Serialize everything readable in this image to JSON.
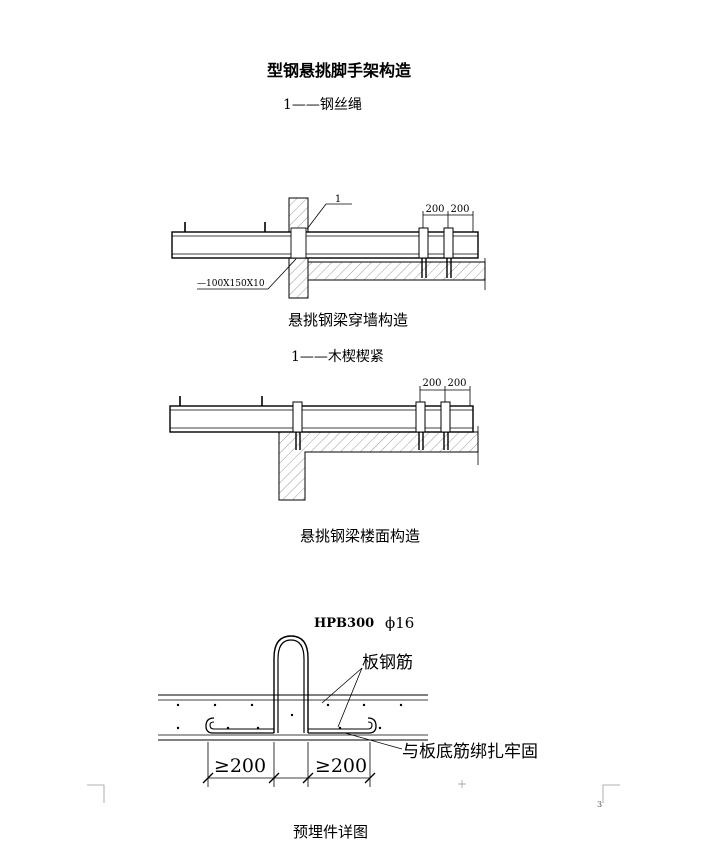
{
  "page": {
    "title": "型钢悬挑脚手架构造",
    "page_number": "3"
  },
  "figure1": {
    "legend": "1——钢丝绳",
    "callout_number": "1",
    "dim_1": "200",
    "dim_2": "200",
    "plate_label": "—100X150X10",
    "caption": "悬挑钢梁穿墙构造"
  },
  "figure2": {
    "legend": "1——木楔楔紧",
    "dim_1": "200",
    "dim_2": "200",
    "caption": "悬挑钢梁楼面构造"
  },
  "figure3": {
    "steel_grade": "HPB300",
    "diameter": "ϕ16",
    "rebar_label": "板钢筋",
    "tie_label": "与板底筋绑扎牢固",
    "length_left": "≥200",
    "length_right": "≥200",
    "caption": "预埋件详图"
  }
}
